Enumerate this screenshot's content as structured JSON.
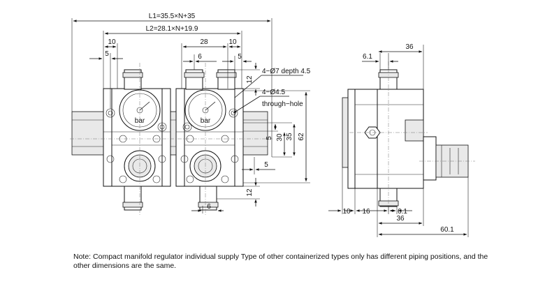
{
  "front_view": {
    "dim_L1": "L1=35.5×N+35",
    "dim_L2": "L2=28.1×N+19.9",
    "dim_10_left": "10",
    "dim_5_left": "5",
    "dim_28": "28",
    "dim_10_right": "10",
    "dim_6_top": "6",
    "dim_5_right": "5",
    "dim_12_top": "12",
    "note_depth": "4−Ø7 depth 4.5",
    "note_hole_dia": "4−Ø4.5",
    "note_hole_type": "through−hole",
    "dim_5_mid": "5",
    "dim_30": "30",
    "dim_35": "35",
    "dim_62": "62",
    "dim_5_low": "5",
    "dim_12_bottom": "12",
    "dim_6_bottom": "6",
    "gauge_unit": "bar"
  },
  "side_view": {
    "dim_6_1_top": "6.1",
    "dim_36_top": "36",
    "dim_10": "10",
    "dim_16": "16",
    "dim_6_1_bottom": "6.1",
    "dim_36_bottom": "36",
    "dim_60_1": "60.1"
  },
  "note": {
    "label": "Note:",
    "text": "Compact manifold regulator individual supply Type of other containerized types only has different piping positions, and the other dimensions are the same."
  }
}
